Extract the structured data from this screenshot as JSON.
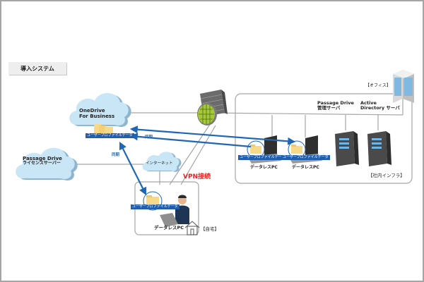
{
  "title": "導入システム",
  "clouds": {
    "onedrive": {
      "line1": "OneDrive",
      "line2": "For Business"
    },
    "passage_license": {
      "line1": "Passage Drive",
      "line2": "ライセンスサーバー"
    },
    "internet": {
      "label": "インターネット"
    }
  },
  "profile_tag": "ユーザープロファイルデータ",
  "sync_label": "同期",
  "vpn_label": "VPN接続",
  "office": {
    "label": "【オフィス】",
    "infra_label": "【社内インフラ】",
    "servers": [
      {
        "line1": "Passage Drive",
        "line2": "管理サーバ"
      },
      {
        "line1": "Active",
        "line2": "Directory サーバ"
      }
    ],
    "pcs": [
      {
        "label": "データレスPC"
      },
      {
        "label": "データレスPC"
      }
    ]
  },
  "home": {
    "label": "【自宅】",
    "pc_label": "データレスPC"
  },
  "colors": {
    "arrow": "#1f66b5",
    "line": "#a6a6a6",
    "cloud": "#c9e6f7",
    "cloud_shadow": "#8fb6cf",
    "firewall_globe": "#a5c93a",
    "vpn": "#e8231f",
    "tag_bg": "#1f5fae"
  }
}
